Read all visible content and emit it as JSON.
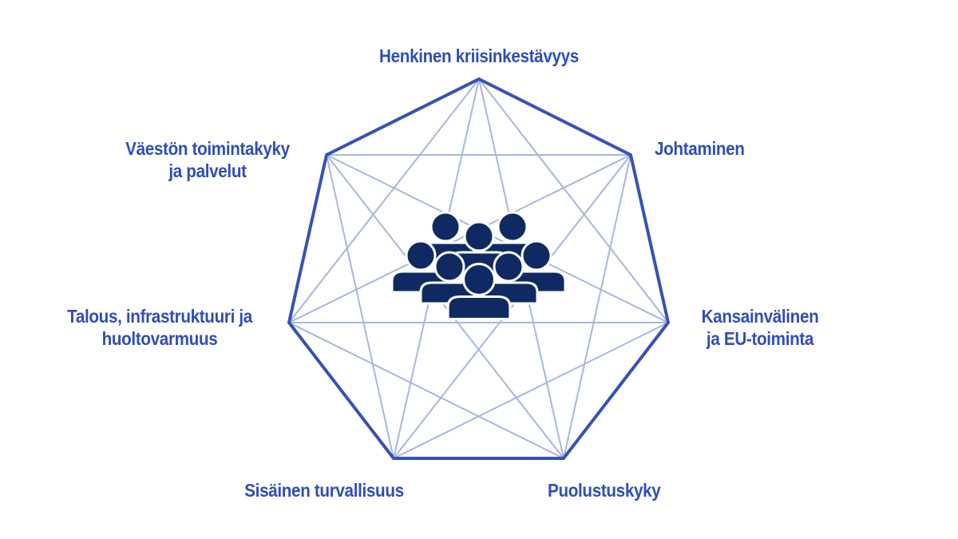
{
  "colors": {
    "outline": "#3653b4",
    "inner_lines": "#a7b7dc",
    "label_text": "#2f4fb4",
    "people_icon": "#0f2a63",
    "background": "#ffffff"
  },
  "center_icon": "people-group-icon",
  "labels": {
    "top": [
      "Henkinen kriisinkestävyys"
    ],
    "upper_right": [
      "Johtaminen"
    ],
    "right": [
      "Kansainvälinen",
      "ja EU-toiminta"
    ],
    "bottom_right": [
      "Puolustuskyky"
    ],
    "bottom_left": [
      "Sisäinen turvallisuus"
    ],
    "left": [
      "Talous, infrastruktuuri ja",
      "huoltovarmuus"
    ],
    "upper_left": [
      "Väestön toimintakyky",
      "ja palvelut"
    ]
  }
}
